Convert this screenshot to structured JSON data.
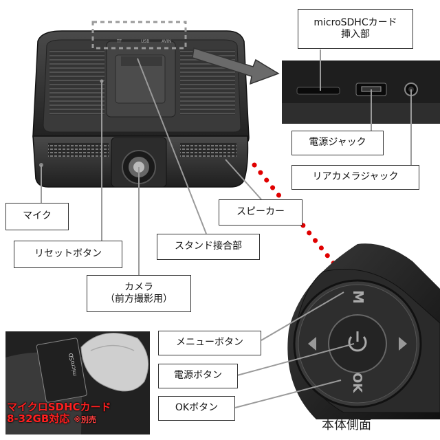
{
  "labels": {
    "microsd_slot": [
      "microSDHCカード",
      "挿入部"
    ],
    "power_jack": "電源ジャック",
    "rear_camera_jack": "リアカメラジャック",
    "microphone": "マイク",
    "speaker": "スピーカー",
    "reset_button": "リセットボタン",
    "stand_mount": "スタンド接合部",
    "camera": [
      "カメラ",
      "（前方撮影用）"
    ],
    "menu_button": "メニューボタン",
    "power_button": "電源ボタン",
    "ok_button": "OKボタン"
  },
  "device_marks": {
    "menu_symbol": "M",
    "ok_symbol": "OK",
    "slot_texts": [
      "TF",
      "USB",
      "AVIN"
    ]
  },
  "side_view_caption": "本体側面",
  "promo": {
    "line1": "マイクロSDHCカード",
    "line2": "8-32GB対応",
    "note": "※別売",
    "card_print": "microSD"
  },
  "colors": {
    "dotted_line": "#e00000",
    "promo_text": "#ff2020",
    "device_body": "#2b2b2b",
    "arrow": "#555555"
  }
}
